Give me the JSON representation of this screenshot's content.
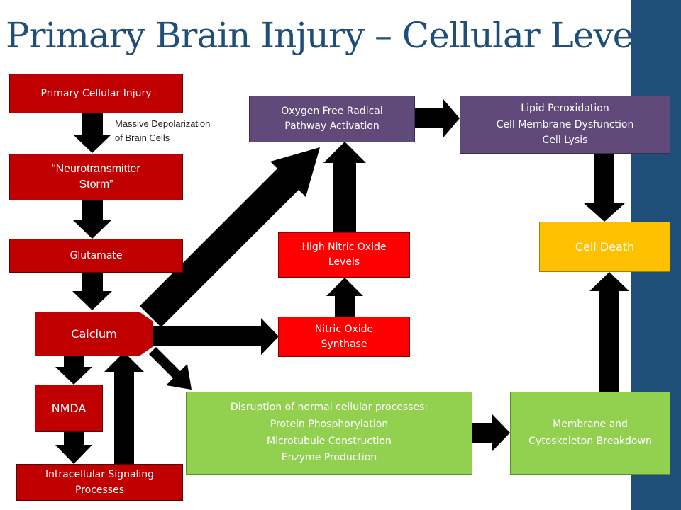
{
  "title": "Primary Brain Injury – Cellular Level",
  "annotation": "Massive Depolarization\nof Brain Cells",
  "nodes": {
    "primary_cellular_injury": "Primary Cellular Injury",
    "neurotransmitter_storm": "“Neurotransmitter\nStorm”",
    "glutamate": "Glutamate",
    "calcium": "Calcium",
    "nmda": "NMDA",
    "intracellular_signaling": "Intracellular Signaling\nProcesses",
    "oxygen_free_radical": "Oxygen Free Radical\nPathway Activation",
    "high_nitric_oxide": "High Nitric Oxide\nLevels",
    "nitric_oxide_synthase": "Nitric Oxide\nSynthase",
    "lipid_peroxidation": "Lipid Peroxidation\nCell Membrane Dysfunction\nCell Lysis",
    "cell_death": "Cell Death",
    "disruption": "Disruption of normal cellular processes:\nProtein Phosphorylation\nMicrotubule Construction\nEnzyme Production",
    "membrane_breakdown": "Membrane and\nCytoskeleton Breakdown"
  },
  "colors": {
    "title": "#1f4e79",
    "sidebar": "#1f4e79",
    "dark_red": "#c00000",
    "bright_red": "#ff0000",
    "purple": "#5f4a7a",
    "green": "#92d050",
    "gold": "#ffc000",
    "arrow": "#000000"
  }
}
